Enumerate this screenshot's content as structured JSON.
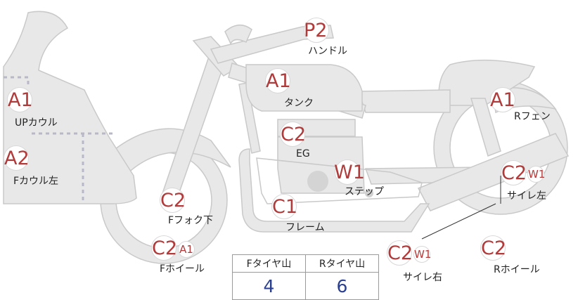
{
  "parts": [
    {
      "id": "p2",
      "code": "P2",
      "sub": "",
      "label": "ハンドル"
    },
    {
      "id": "a1-tank",
      "code": "A1",
      "sub": "",
      "label": "タンク"
    },
    {
      "id": "a1-upcowl",
      "code": "A1",
      "sub": "",
      "label": "UPカウル"
    },
    {
      "id": "a2-fcowl",
      "code": "A2",
      "sub": "",
      "label": "Fカウル左"
    },
    {
      "id": "c2-eg",
      "code": "C2",
      "sub": "",
      "label": "EG"
    },
    {
      "id": "w1-step",
      "code": "W1",
      "sub": "",
      "label": "ステップ"
    },
    {
      "id": "c1-frame",
      "code": "C1",
      "sub": "",
      "label": "フレーム"
    },
    {
      "id": "c2-ffork",
      "code": "C2",
      "sub": "",
      "label": "Fフォク下"
    },
    {
      "id": "c2-fwheel",
      "code": "C2",
      "sub": "A1",
      "label": "Fホイール"
    },
    {
      "id": "a1-rfender",
      "code": "A1",
      "sub": "",
      "label": "Rフェン"
    },
    {
      "id": "c2-muffler-l",
      "code": "C2",
      "sub": "W1",
      "label": "サイレ左"
    },
    {
      "id": "c2-muffler-r",
      "code": "C2",
      "sub": "W1",
      "label": "サイレ右"
    },
    {
      "id": "c2-rwheel",
      "code": "C2",
      "sub": "",
      "label": "Rホイール"
    }
  ],
  "tire_table": {
    "headers": [
      "Fタイヤ山",
      "Rタイヤ山"
    ],
    "values": [
      "4",
      "6"
    ]
  },
  "colors": {
    "part_fill": "#e6e6e6",
    "outline": "#c8c8c8",
    "code": "#b13b3b",
    "value": "#2a3f8f",
    "dotted": "#b8b8c8"
  }
}
